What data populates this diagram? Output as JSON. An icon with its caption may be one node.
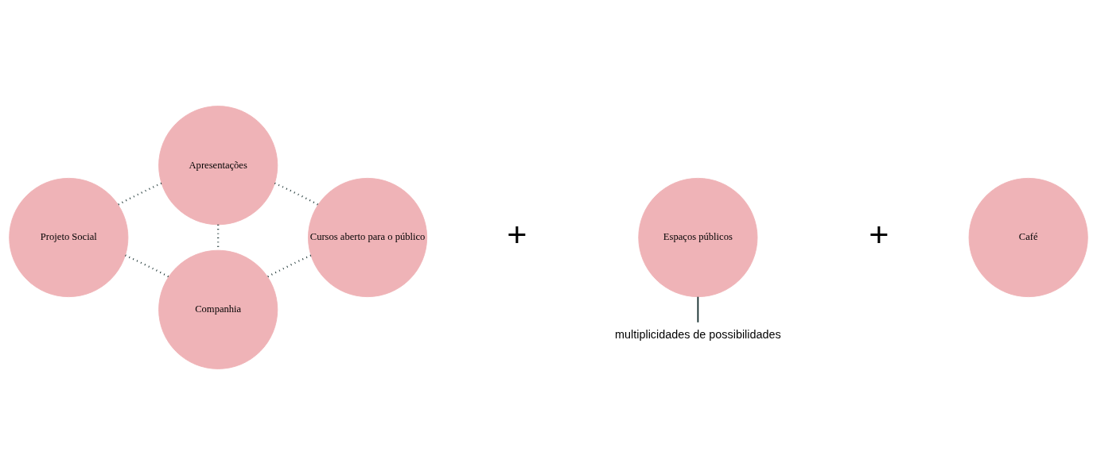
{
  "diagram": {
    "nodes": [
      {
        "text": [
          "Apresentações"
        ]
      },
      {
        "text": [
          "Projeto Social"
        ]
      },
      {
        "text": [
          "Cursos aberto para o público"
        ]
      },
      {
        "text": [
          "Companhia"
        ]
      },
      {
        "text": [
          "Espaços públicos"
        ]
      },
      {
        "text": [
          "Café"
        ]
      },
      {
        "text": [
          "multiplicidades de possibilidades"
        ]
      }
    ],
    "edges": [
      {
        "from": 0,
        "to": 1,
        "arrow": "none",
        "style": "dashed"
      },
      {
        "from": 0,
        "to": 3,
        "arrow": "none",
        "style": "dashed"
      },
      {
        "from": 0,
        "to": 2,
        "arrow": "none",
        "style": "dashed"
      },
      {
        "from": 1,
        "to": 3,
        "arrow": "none",
        "style": "dashed"
      },
      {
        "from": 2,
        "to": 3,
        "arrow": "none",
        "style": "dashed"
      },
      {
        "from": 4,
        "to": 6,
        "arrow": "none"
      }
    ],
    "labels": [
      "+",
      "+"
    ]
  }
}
